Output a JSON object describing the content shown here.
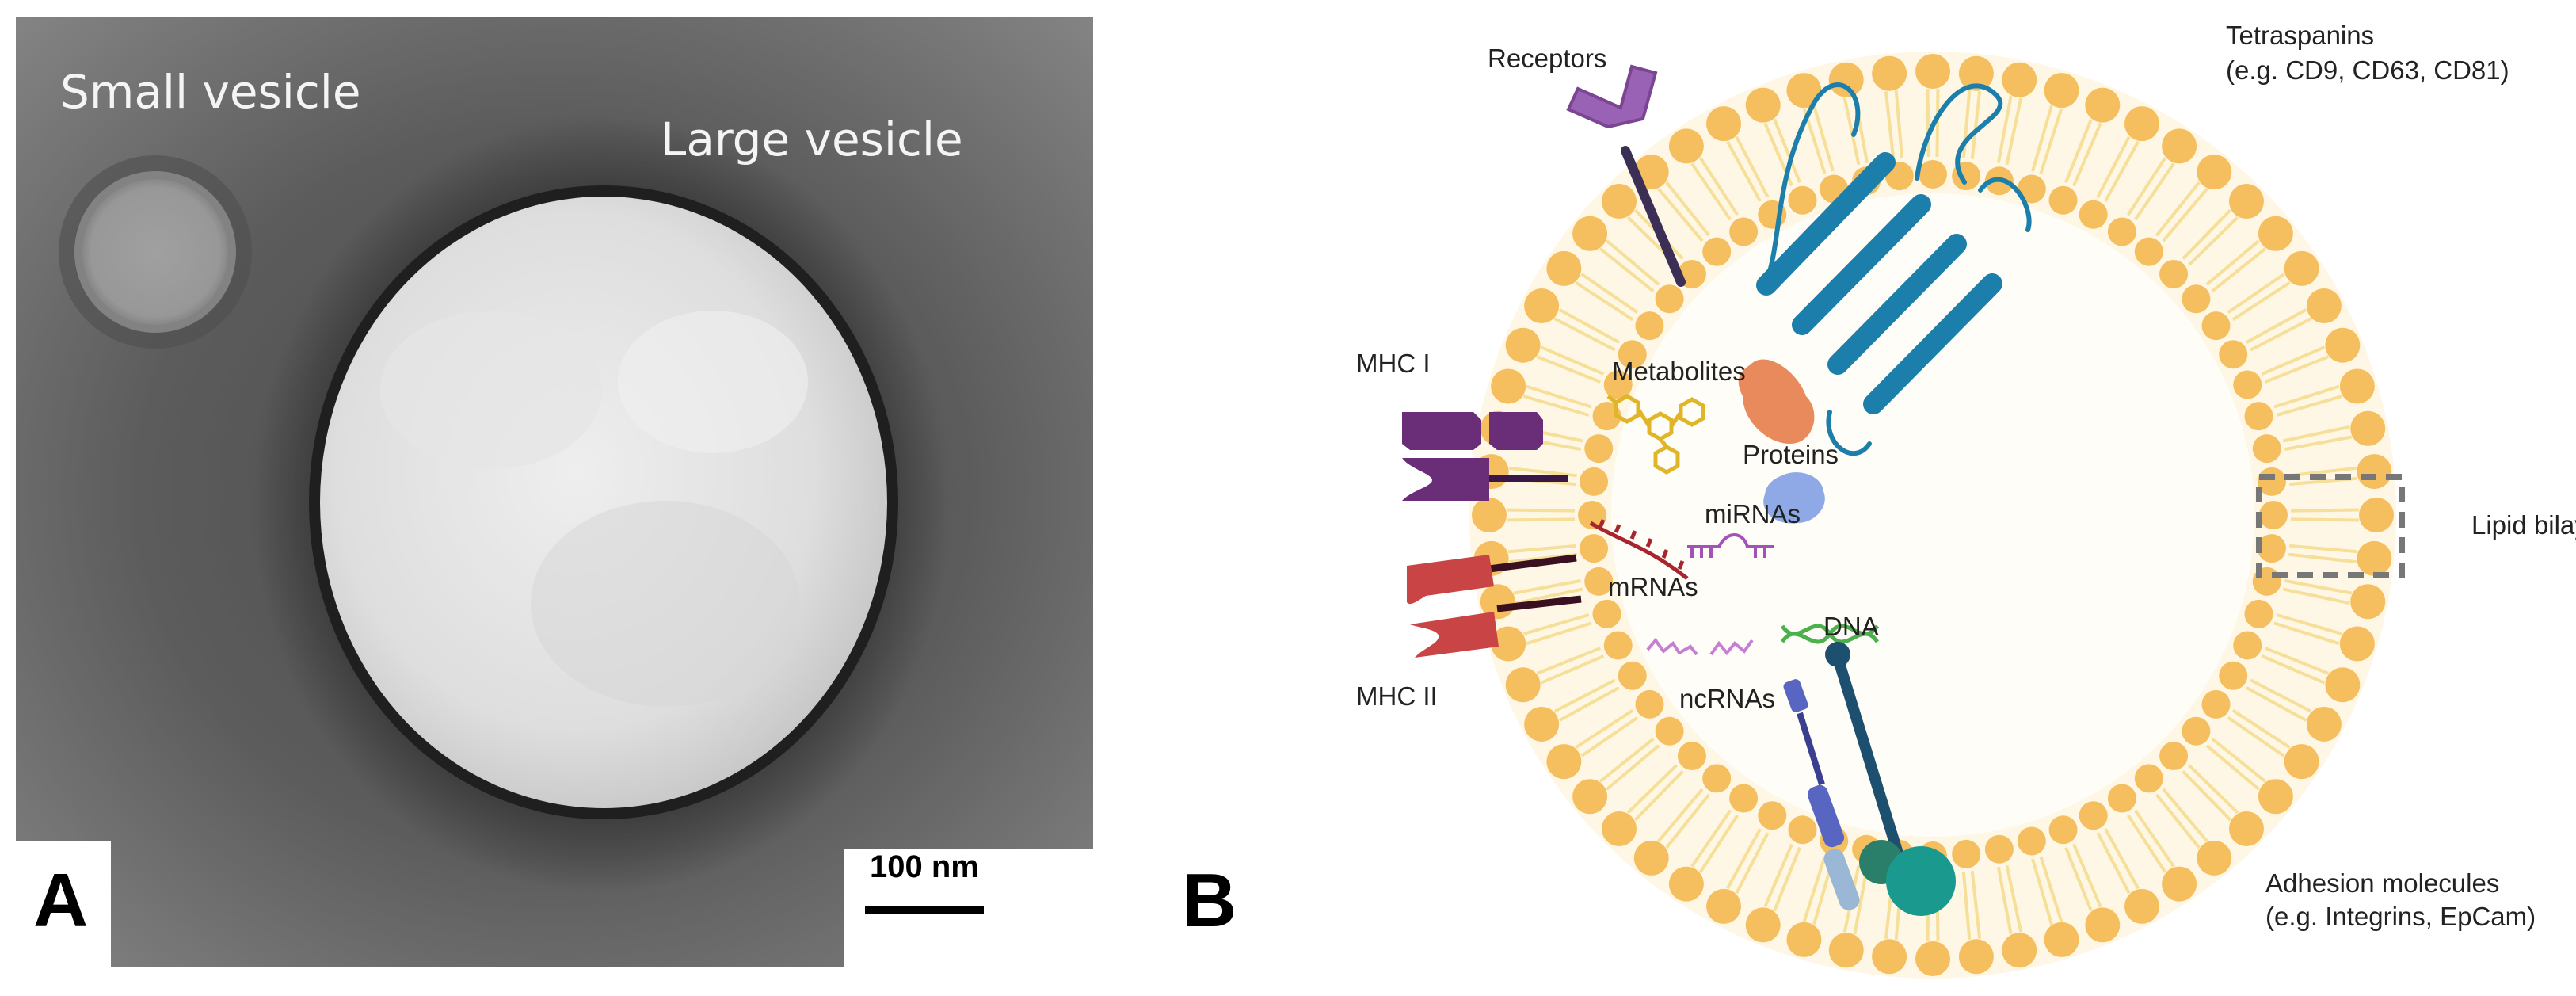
{
  "panel_a": {
    "letter": "A",
    "small_vesicle_label": "Small vesicle",
    "large_vesicle_label": "Large vesicle",
    "scale_bar_label": "100 nm"
  },
  "panel_b": {
    "letter": "B",
    "labels": {
      "receptors": "Receptors",
      "tetraspanins_title": "Tetraspanins",
      "tetraspanins_example": "(e.g. CD9, CD63, CD81)",
      "mhc1": "MHC I",
      "mhc2": "MHC II",
      "metabolites": "Metabolites",
      "proteins": "Proteins",
      "mirnas": "miRNAs",
      "mrnas": "mRNAs",
      "dna": "DNA",
      "ncrnas": "ncRNAs",
      "lipid_bilayer": "Lipid bilayer",
      "adhesion_title": "Adhesion molecules",
      "adhesion_example": "(e.g. Integrins, EpCam)"
    },
    "colors": {
      "lipid_head": "#f5bf5f",
      "lipid_tail": "#f6df98",
      "lumen": "#fffdf7",
      "receptor": "#9a62b4",
      "tetraspanin": "#1c7eaa",
      "mhc1": "#6a2e78",
      "mhc2": "#c94545",
      "adhesion_teal": "#1a9a8f",
      "adhesion_blue": "#5866c2"
    }
  }
}
